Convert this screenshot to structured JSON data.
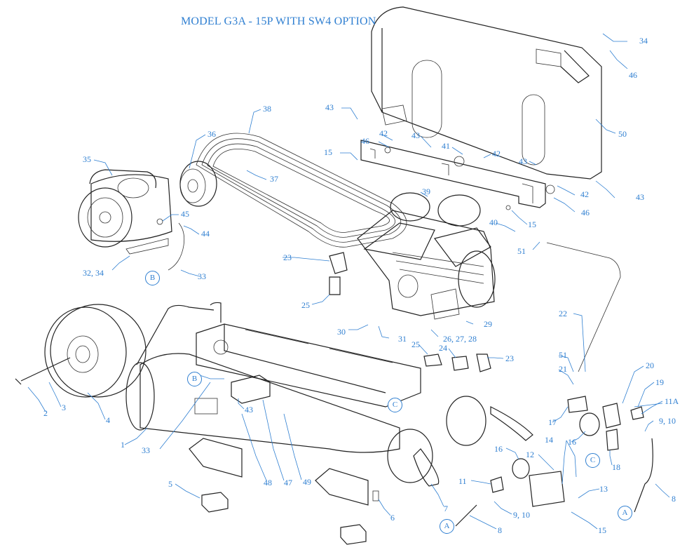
{
  "title": "MODEL G3A - 15P WITH SW4 OPTION",
  "colors": {
    "label": "#2f7fd1",
    "linework": "#222222",
    "background": "#ffffff"
  },
  "callouts": {
    "c34a": "34",
    "c46a": "46",
    "c43a": "43",
    "c42a": "42",
    "c43b": "43",
    "c50": "50",
    "c46b": "46",
    "c15a": "15",
    "c41": "41",
    "c42b": "42",
    "c43c": "43",
    "c42c": "42",
    "c43d": "43",
    "c46c": "46",
    "c15b": "15",
    "c38": "38",
    "c36": "36",
    "c37": "37",
    "c35": "35",
    "c39": "39",
    "c45": "45",
    "c44": "44",
    "c40": "40",
    "c51a": "51",
    "c3234": "32, 34",
    "c33a": "33",
    "c23a": "23",
    "c25a": "25",
    "c22": "22",
    "c30": "30",
    "c31": "31",
    "c262728": "26, 27, 28",
    "c29": "29",
    "c25b": "25",
    "c24": "24",
    "c23b": "23",
    "c51b": "51",
    "c21": "21",
    "c20": "20",
    "c19": "19",
    "c11Aa": "11A",
    "c2": "2",
    "c3": "3",
    "c4": "4",
    "c43e": "43",
    "c17": "17",
    "c910a": "9, 10",
    "c16a": "16",
    "c1": "1",
    "c33b": "33",
    "c18": "18",
    "c16b": "16",
    "c14": "14",
    "c12": "12",
    "c8a": "8",
    "c5": "5",
    "c48": "48",
    "c47": "47",
    "c49": "49",
    "c11": "11",
    "c13": "13",
    "c7": "7",
    "c910b": "9, 10",
    "c6": "6",
    "c8b": "8",
    "c15c": "15"
  },
  "connectors": {
    "b1": "B",
    "b2": "B",
    "ca": "C",
    "cb": "C",
    "a1": "A",
    "a2": "A"
  }
}
